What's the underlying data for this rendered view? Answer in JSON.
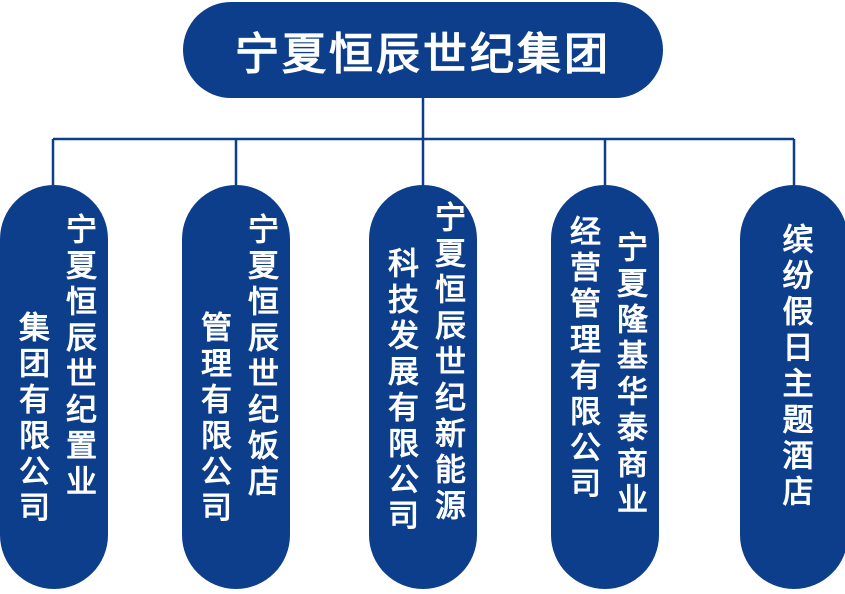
{
  "root": {
    "title": "宁夏恒辰世纪集团"
  },
  "children": [
    {
      "column_right": "宁夏恒辰世纪置业",
      "column_left": "集团有限公司"
    },
    {
      "column_right": "宁夏恒辰世纪饭店",
      "column_left": "管理有限公司"
    },
    {
      "column_right": "宁夏恒辰世纪新能源",
      "column_left": "科技发展有限公司"
    },
    {
      "column_right": "宁夏隆基华泰商业",
      "column_left": "经营管理有限公司"
    },
    {
      "column_right": "缤纷假日主题酒店"
    }
  ],
  "colors": {
    "node_fill": "#0c3e8c",
    "node_text": "#ffffff",
    "connector": "#0c3e8c",
    "background": "#ffffff"
  }
}
